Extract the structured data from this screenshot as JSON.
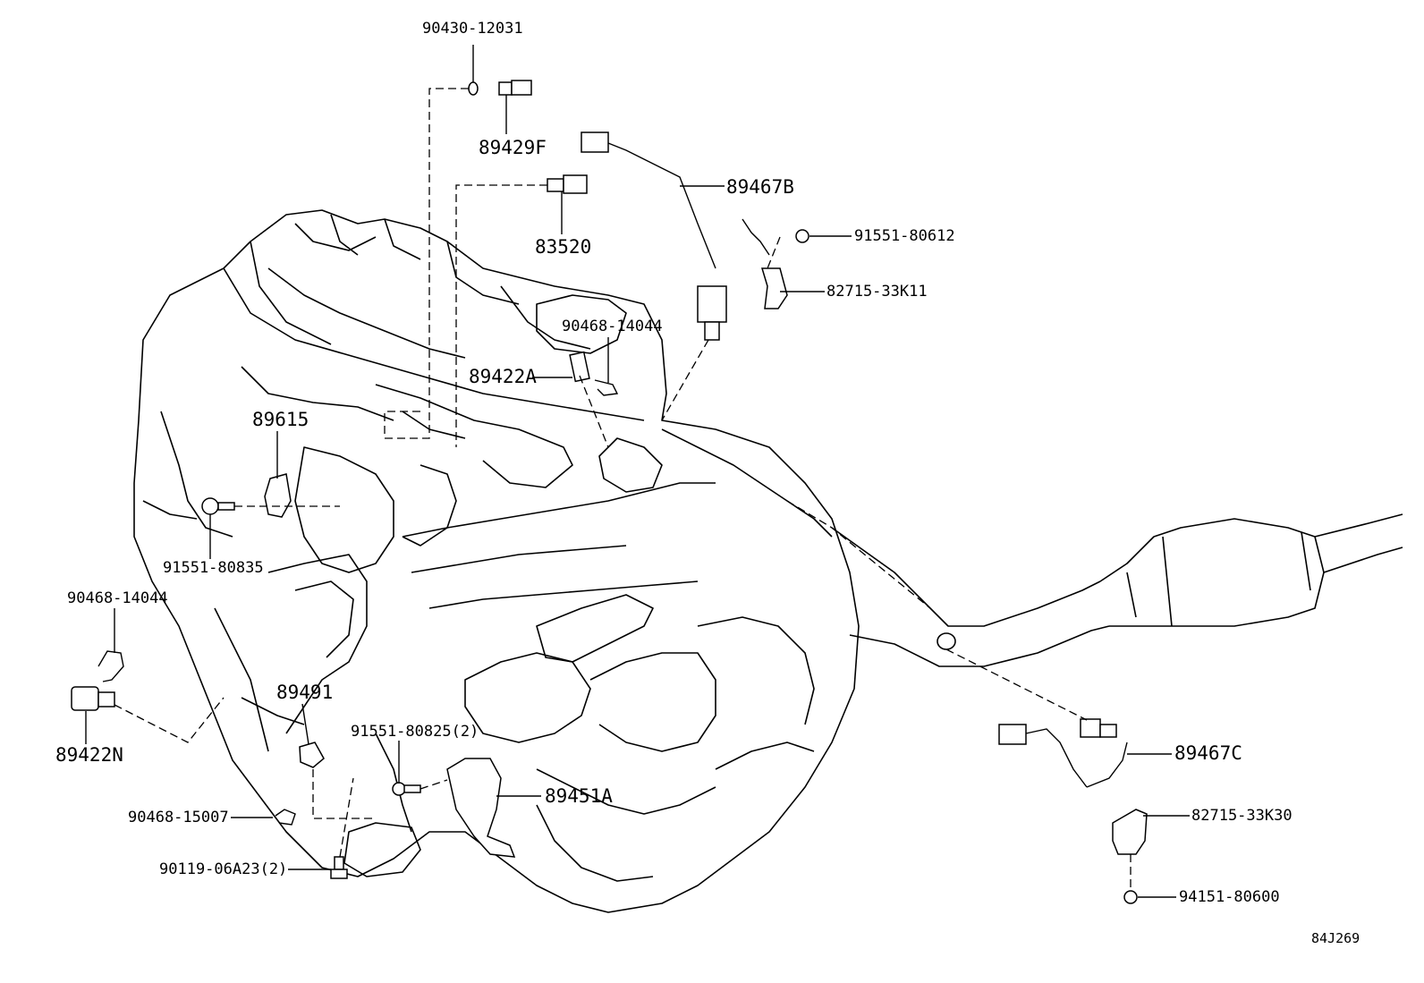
{
  "labels": {
    "p90430_12031": "90430-12031",
    "p89429F": "89429F",
    "p89467B": "89467B",
    "p83520": "83520",
    "p91551_80612": "91551-80612",
    "p82715_33K11": "82715-33K11",
    "p90468_14044_top": "90468-14044",
    "p89422A": "89422A",
    "p89615": "89615",
    "p91551_80835": "91551-80835",
    "p90468_14044_left": "90468-14044",
    "p89422N": "89422N",
    "p89491": "89491",
    "p91551_80825": "91551-80825(2)",
    "p89451A": "89451A",
    "p89467C": "89467C",
    "p82715_33K30": "82715-33K30",
    "p90468_15007": "90468-15007",
    "p90119_06A23": "90119-06A23(2)",
    "p94151_80600": "94151-80600",
    "figure_ref": "84J269"
  }
}
